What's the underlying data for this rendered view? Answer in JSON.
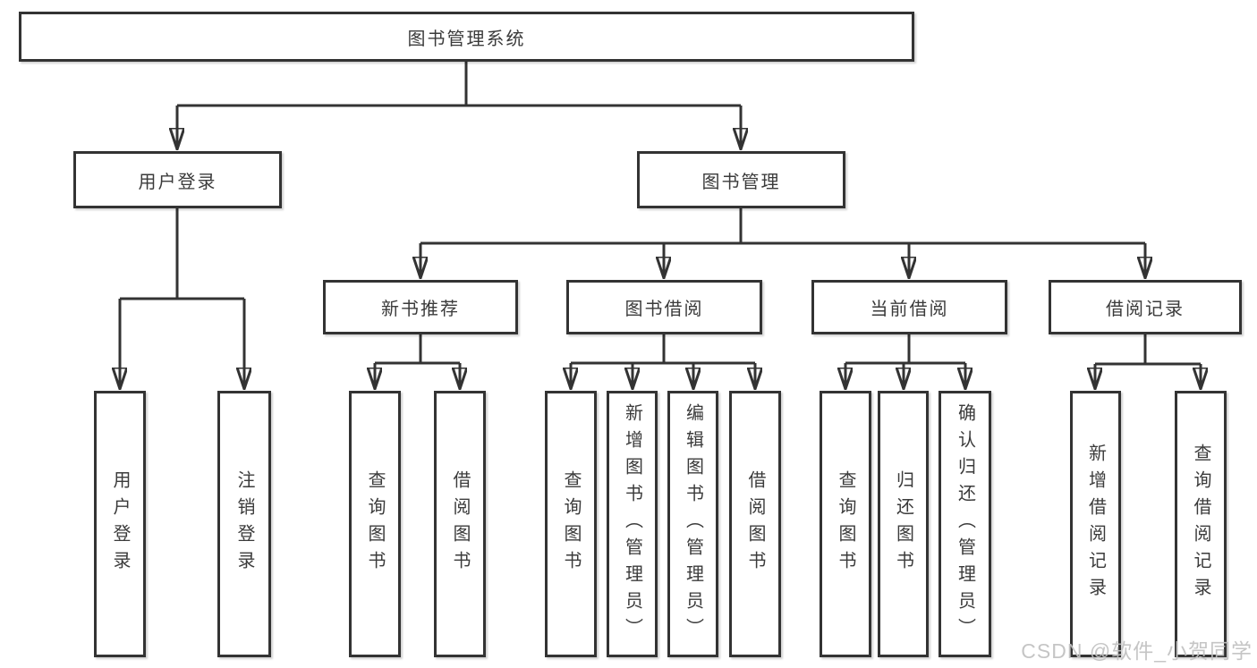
{
  "colors": {
    "line": "#333333",
    "text": "#3b3b3b",
    "watermark": "#c1c1c1",
    "background": "#ffffff"
  },
  "watermark": {
    "text": "CSDN @软件_小贺同学"
  },
  "tree": {
    "root": {
      "label": "图书管理系统",
      "children": [
        {
          "label": "用户登录",
          "children": [
            {
              "label": "用户登录"
            },
            {
              "label": "注销登录"
            }
          ]
        },
        {
          "label": "图书管理",
          "children": [
            {
              "label": "新书推荐",
              "children": [
                {
                  "label": "查询图书"
                },
                {
                  "label": "借阅图书"
                }
              ]
            },
            {
              "label": "图书借阅",
              "children": [
                {
                  "label": "查询图书"
                },
                {
                  "label": "新增图书（管理员）"
                },
                {
                  "label": "编辑图书（管理员）"
                },
                {
                  "label": "借阅图书"
                }
              ]
            },
            {
              "label": "当前借阅",
              "children": [
                {
                  "label": "查询图书"
                },
                {
                  "label": "归还图书"
                },
                {
                  "label": "确认归还（管理员）"
                }
              ]
            },
            {
              "label": "借阅记录",
              "children": [
                {
                  "label": "新增借阅记录"
                },
                {
                  "label": "查询借阅记录"
                }
              ]
            }
          ]
        }
      ]
    }
  }
}
